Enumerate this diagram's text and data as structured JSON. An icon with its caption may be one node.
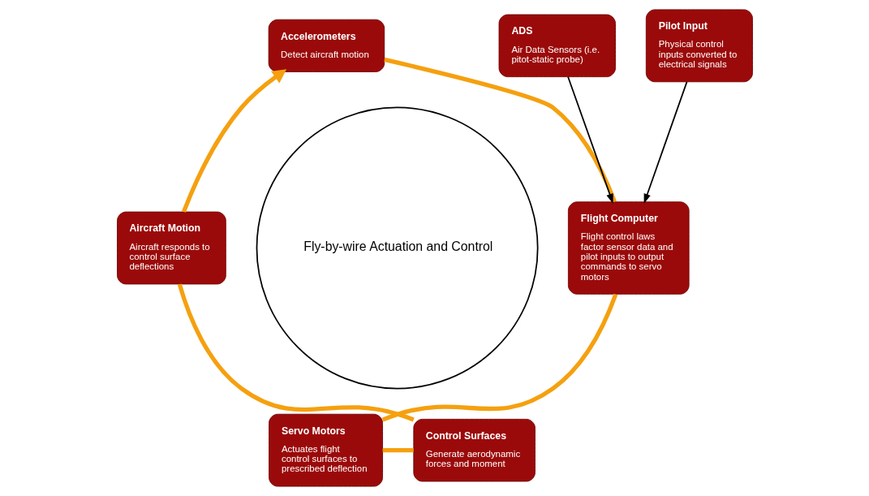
{
  "diagram": {
    "nodes": [
      {
        "text": [
          "Accelerometers",
          "Detect aircraft motion"
        ]
      },
      {
        "text": [
          "Flight Computer",
          "Flight control laws factor sensor data and pilot inputs to output commands to servo motors"
        ]
      },
      {
        "text": [
          "Pilot Input",
          "Physical control inputs converted to electrical signals"
        ]
      },
      {
        "text": [
          "ADS",
          "Air Data Sensors (i.e. pitot-static probe)"
        ]
      },
      {
        "text": [
          "Fly-by-wire Actuation and Control"
        ]
      },
      {
        "text": [
          "Aircraft Motion",
          "Aircraft responds to control surface deflections"
        ]
      },
      {
        "text": [
          "Servo Motors",
          "Actuates flight control surfaces to prescribed deflection"
        ]
      },
      {
        "text": [
          "Control Surfaces",
          "Generate aerodynamic forces and moment"
        ]
      }
    ],
    "edges": [
      {
        "from": 0,
        "to": 1,
        "arrow": "none"
      },
      {
        "from": 1,
        "to": 6,
        "arrow": "none"
      },
      {
        "from": 6,
        "to": 7,
        "arrow": "none"
      },
      {
        "from": 7,
        "to": 5,
        "arrow": "none"
      },
      {
        "from": 5,
        "to": 0,
        "arrow": "to"
      },
      {
        "from": 2,
        "to": 1,
        "arrow": "to",
        "color": "#000000"
      },
      {
        "from": 3,
        "to": 1,
        "arrow": "to",
        "color": "#000000"
      }
    ]
  }
}
